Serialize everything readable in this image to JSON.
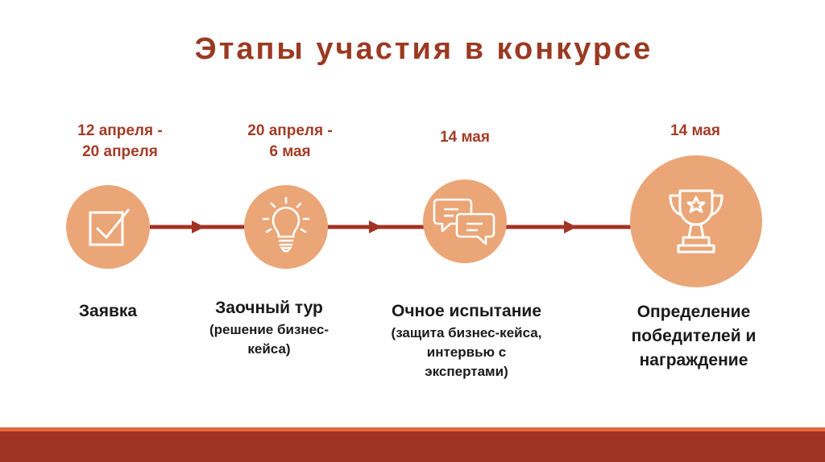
{
  "title": "Этапы участия в конкурсе",
  "stages": [
    {
      "date_lines": [
        "12 апреля -",
        "20 апреля"
      ],
      "icon": "checkbox-icon",
      "name": "Заявка",
      "note_lines": []
    },
    {
      "date_lines": [
        "20 апреля -",
        "6 мая"
      ],
      "icon": "lightbulb-icon",
      "name": "Заочный тур",
      "note_lines": [
        "(решение бизнес-",
        "кейса)"
      ]
    },
    {
      "date_lines": [
        "14 мая"
      ],
      "icon": "chat-bubbles-icon",
      "name": "Очное испытание",
      "note_lines": [
        "(защита бизнес-кейса,",
        "интервью с",
        "экспертами)"
      ]
    },
    {
      "date_lines": [
        "14 мая"
      ],
      "icon": "trophy-icon",
      "name_lines": [
        "Определение",
        "победителей и",
        "награждение"
      ],
      "note_lines": []
    }
  ],
  "colors": {
    "title": "#9a3a22",
    "date": "#a33b26",
    "circle": "#eba677",
    "connector": "#a13324",
    "footer_thin": "#e0683a",
    "footer_thick": "#a13324"
  }
}
